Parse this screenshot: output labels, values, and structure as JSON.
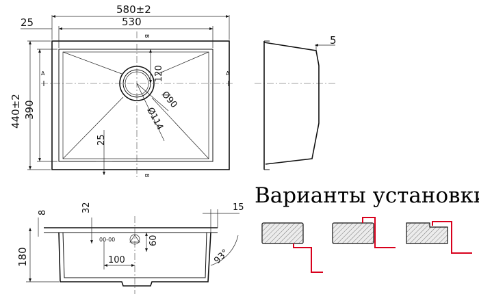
{
  "top_view": {
    "width_total": "580±2",
    "width_inner": "530",
    "flange": "25",
    "height_total": "440±2",
    "height_inner": "390",
    "drain_offset": "120",
    "bottom_offset": "25",
    "drain_diameter": "Ø90",
    "outer_diameter": "Ø114",
    "section_a": "A",
    "section_b": "B"
  },
  "side_view": {
    "thickness": "5"
  },
  "section_view": {
    "flange": "8",
    "depth": "180",
    "offset_32": "32",
    "overflow_height": "60",
    "offset_100": "100",
    "flange_right": "15",
    "angle": "93°",
    "overflow_label": "00-00"
  },
  "install": {
    "title": "Варианты установки"
  }
}
